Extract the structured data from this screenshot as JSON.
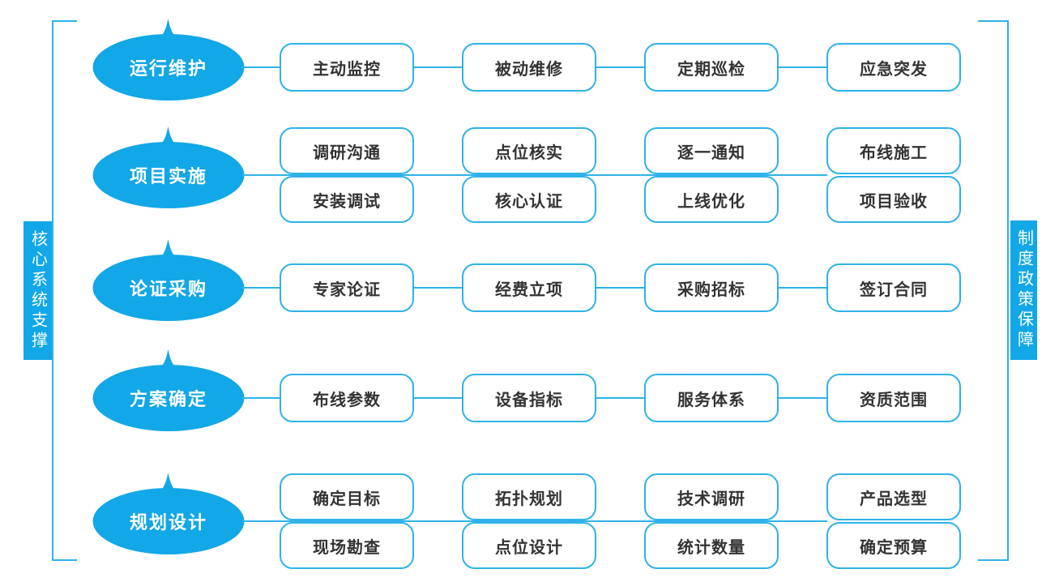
{
  "diagram": {
    "left_banner": {
      "label": "核心系统支撑"
    },
    "right_banner": {
      "label": "制度政策保障"
    },
    "colors": {
      "accent_fill": "#12A7E7",
      "line_border": "#2FB2E9",
      "box_text": "#333333"
    },
    "groups": [
      {
        "stage": "运行维护",
        "rows": [
          [
            "主动监控",
            "被动维修",
            "定期巡检",
            "应急突发"
          ]
        ]
      },
      {
        "stage": "项目实施",
        "rows": [
          [
            "调研沟通",
            "点位核实",
            "逐一通知",
            "布线施工"
          ],
          [
            "安装调试",
            "核心认证",
            "上线优化",
            "项目验收"
          ]
        ]
      },
      {
        "stage": "论证采购",
        "rows": [
          [
            "专家论证",
            "经费立项",
            "采购招标",
            "签订合同"
          ]
        ]
      },
      {
        "stage": "方案确定",
        "rows": [
          [
            "布线参数",
            "设备指标",
            "服务体系",
            "资质范围"
          ]
        ]
      },
      {
        "stage": "规划设计",
        "rows": [
          [
            "确定目标",
            "拓扑规划",
            "技术调研",
            "产品选型"
          ],
          [
            "现场勘查",
            "点位设计",
            "统计数量",
            "确定预算"
          ]
        ]
      }
    ]
  }
}
